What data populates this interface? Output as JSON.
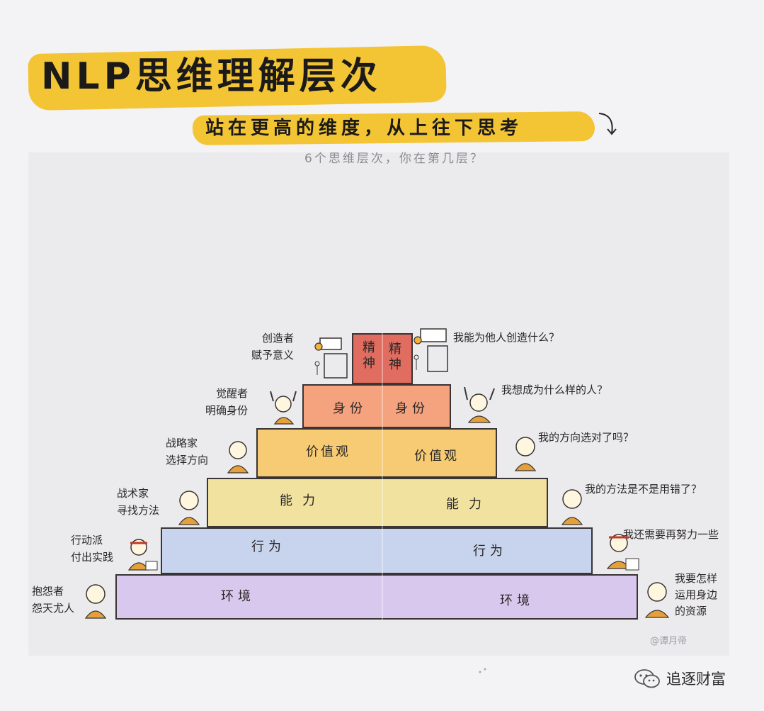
{
  "title": "NLP思维理解层次",
  "subtitle": "站在更高的维度，从上往下思考",
  "question": "6个思维层次，你在第几层？",
  "signature": "@谭月帝",
  "brand": {
    "name": "追逐财富"
  },
  "tiers": [
    {
      "left_label": "精神",
      "right_label": "精神",
      "color": "#e06d60"
    },
    {
      "left_label": "身份",
      "right_label": "身份",
      "color": "#f5a37f"
    },
    {
      "left_label": "价值观",
      "right_label": "价值观",
      "color": "#f6cb73"
    },
    {
      "left_label": "能力",
      "right_label": "能力",
      "color": "#f1e39f"
    },
    {
      "left_label": "行为",
      "right_label": "行为",
      "color": "#c8d4ee"
    },
    {
      "left_label": "环境",
      "right_label": "环境",
      "color": "#d9c8ee"
    }
  ],
  "notes": {
    "creator": "创造者\n赋予意义",
    "awakener": "觉醒者\n明确身份",
    "strategist": "战略家\n选择方向",
    "tactician": "战术家\n寻找方法",
    "actor": "行动派\n付出实践",
    "complainer": "抱怨者\n怨天尤人",
    "q_spirit": "我能为他人创造什么？",
    "q_identity": "我想成为什么样的人？",
    "q_values": "我的方向选对了吗？",
    "q_ability": "我的方法是不是用错了？",
    "q_behavior": "我还需要再努力一些",
    "q_environment": "我要怎样\n运用身边\n的资源"
  }
}
